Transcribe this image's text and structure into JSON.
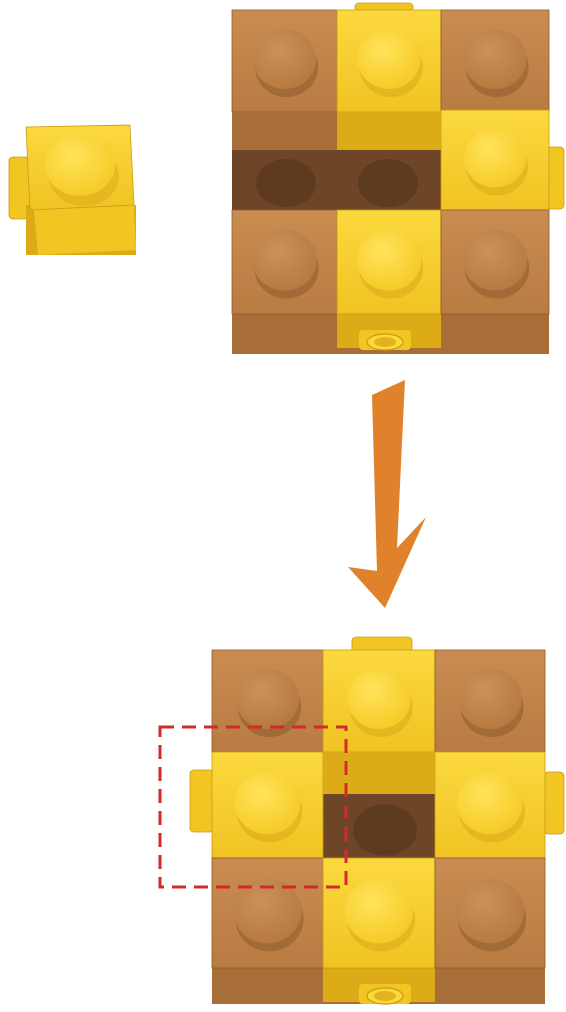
{
  "colors": {
    "yellow_top": "#FAD232",
    "yellow_face": "#F2C622",
    "yellow_side": "#DDAA18",
    "yellow_stud": "#FCD93A",
    "yellow_stud_shadow": "#D9A818",
    "brown_top": "#C5874B",
    "brown_face": "#B97C42",
    "brown_side": "#A86E38",
    "brown_stud": "#BD7E45",
    "brown_stud_shadow": "#8E5A2B",
    "cavity": "#6E4526",
    "cavity_stud": "#5E3A1F",
    "arrow": "#E0822C",
    "highlight_box": "#D42A2A"
  },
  "diagram": {
    "single_brick": {
      "color": "yellow",
      "side_stud": "left"
    },
    "assembly_before": {
      "grid": [
        [
          "brown",
          "yellow",
          "brown"
        ],
        [
          "empty",
          "empty",
          "yellow"
        ],
        [
          "brown",
          "yellow",
          "brown"
        ]
      ],
      "side_studs": [
        "top",
        "right",
        "bottom"
      ]
    },
    "arrow": {
      "direction": "down",
      "icon": "down-arrow-icon"
    },
    "assembly_after": {
      "grid": [
        [
          "brown",
          "yellow",
          "brown"
        ],
        [
          "yellow",
          "empty",
          "yellow"
        ],
        [
          "brown",
          "yellow",
          "brown"
        ]
      ],
      "side_studs": [
        "top",
        "left",
        "right",
        "bottom"
      ],
      "highlighted_cell": "row 2, column 1"
    }
  }
}
